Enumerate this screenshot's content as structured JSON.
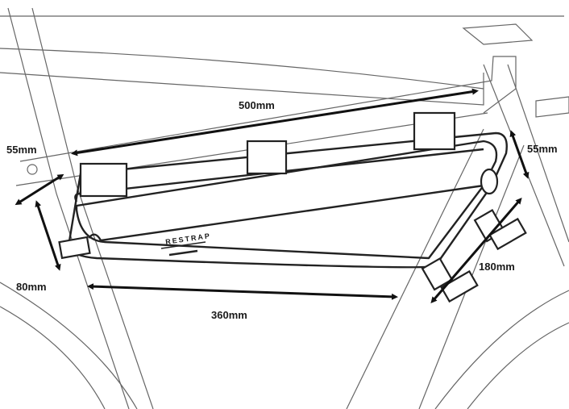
{
  "title": "Frame bag dimensions",
  "brand": "RESTRAP",
  "dimensions": {
    "top_length": "500mm",
    "rear_height": "55mm",
    "front_height": "55mm",
    "rear_depth": "80mm",
    "bottom_length": "360mm",
    "front_length": "180mm"
  },
  "colors": {
    "ink": "#1a1a1a",
    "frame": "#666666",
    "background": "#ffffff"
  }
}
